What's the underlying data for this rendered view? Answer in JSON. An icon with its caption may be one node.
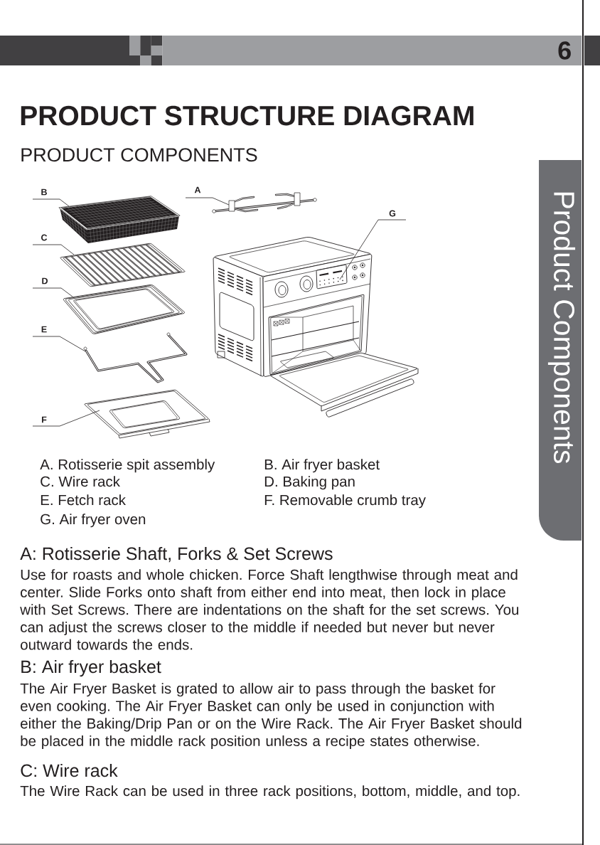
{
  "diagram": {
    "title": "PRODUCT STRUCTURE DIAGRAM",
    "nodes": [
      {
        "text": [
          "6"
        ]
      },
      {
        "text": [
          "Product Components"
        ]
      },
      {
        "text": [
          "A"
        ]
      },
      {
        "text": [],
        "shape": "picture"
      },
      {
        "text": [
          "B"
        ]
      },
      {
        "text": [],
        "shape": "picture"
      },
      {
        "text": [
          "G"
        ]
      },
      {
        "text": [],
        "shape": "picture"
      },
      {
        "text": [
          "C"
        ]
      },
      {
        "text": [],
        "shape": "picture"
      },
      {
        "text": [
          "D"
        ]
      },
      {
        "text": [],
        "shape": "picture"
      },
      {
        "text": [
          "E"
        ]
      },
      {
        "text": [],
        "shape": "picture"
      },
      {
        "text": [
          "F"
        ]
      },
      {
        "text": [],
        "shape": "picture"
      }
    ],
    "edges": [
      {
        "from": 2,
        "to": 3,
        "arrow": "none"
      },
      {
        "from": 4,
        "to": 5,
        "arrow": "none"
      },
      {
        "from": 6,
        "to": 7,
        "arrow": "none"
      },
      {
        "from": 8,
        "to": 9,
        "arrow": "none"
      },
      {
        "from": 10,
        "to": 11,
        "arrow": "none"
      },
      {
        "from": 12,
        "to": 13,
        "arrow": "none"
      },
      {
        "from": 14,
        "to": 15,
        "arrow": "none"
      }
    ],
    "labels": [
      "PRODUCT COMPONENTS",
      "A. Rotisserie spit assembly",
      "B. Air fryer basket",
      "C. Wire rack",
      "D. Baking pan",
      "E. Fetch rack",
      "F. Removable crumb tray",
      "G. Air fryer oven",
      "A: Rotisserie Shaft, Forks & Set Screws",
      "Use for roasts and whole chicken. Force Shaft lengthwise through meat and center. Slide Forks onto shaft from either end into meat, then lock in place with Set Screws. There are indentations on the shaft for the set screws. You can adjust the screws closer to the middle if needed but never but never outward towards the ends.",
      "B: Air fryer basket",
      "The Air Fryer Basket is grated to allow air to pass through the basket for even cooking. The Air Fryer Basket can only be used in conjunction with either the Baking/Drip Pan or on the Wire Rack. The Air Fryer Basket should be placed in the middle rack position unless a recipe states otherwise.",
      "C: Wire rack",
      "The Wire Rack can be used in three rack positions, bottom, middle, and top."
    ]
  }
}
